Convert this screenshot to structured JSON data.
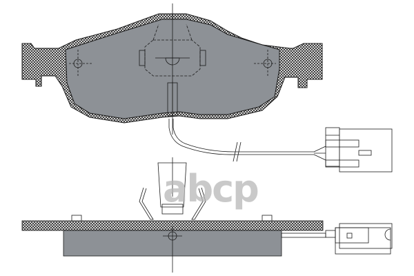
{
  "image": {
    "subject": "Brake pad technical drawing",
    "watermark": "abcp",
    "views": [
      {
        "name": "front-view",
        "description": "Pad face with friction material, backing plate, center mounting marks"
      },
      {
        "name": "wear-sensor-connector",
        "description": "Wear indicator wire with plug connector"
      },
      {
        "name": "side-view",
        "description": "Pad side section with clip and sensor connector"
      }
    ]
  },
  "colors": {
    "friction_fill": "#8d9196",
    "outline": "#1a1a1a",
    "hatch": "#222222",
    "background": "#ffffff",
    "watermark": "#b8b8b8"
  }
}
